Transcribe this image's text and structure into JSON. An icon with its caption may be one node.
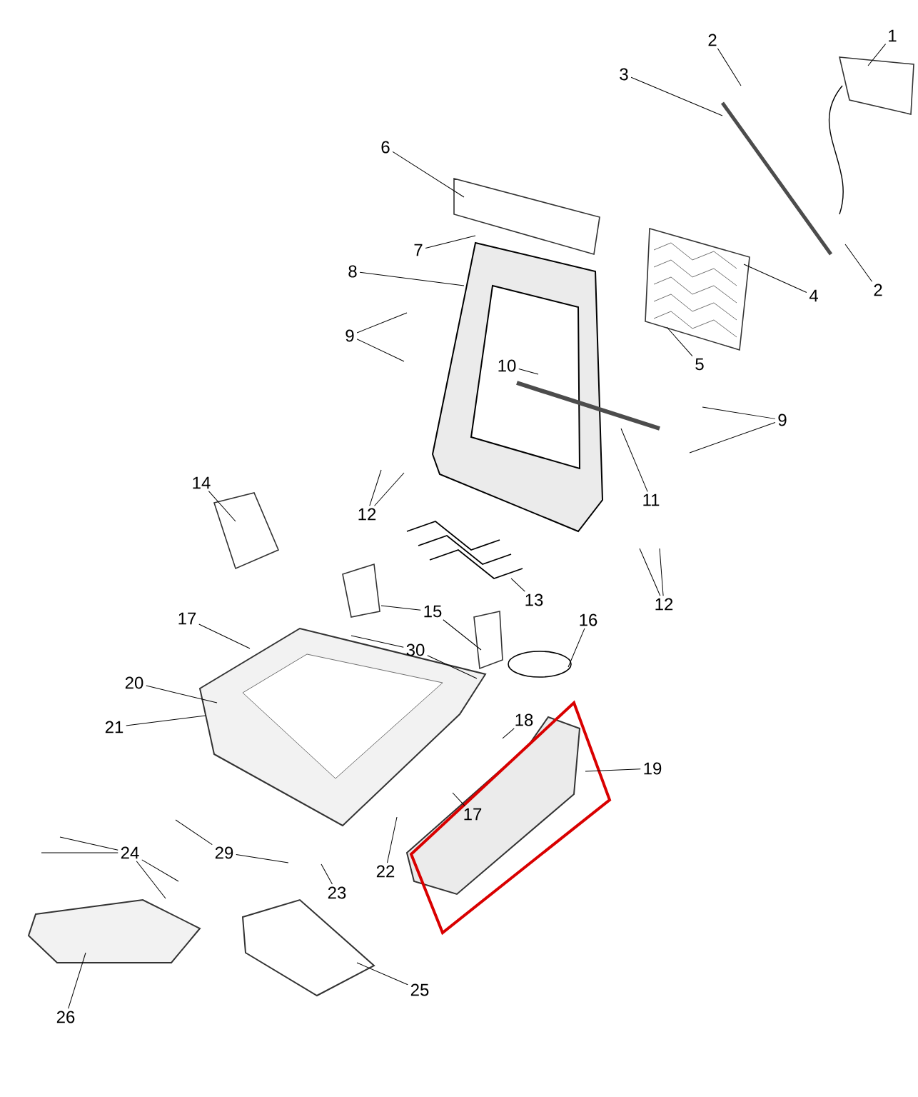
{
  "diagram": {
    "nodes": [
      {
        "text": [
          "1"
        ]
      },
      {
        "text": [
          "2"
        ]
      },
      {
        "text": [
          "3"
        ]
      },
      {
        "text": [
          "6"
        ]
      },
      {
        "text": [
          "7"
        ]
      },
      {
        "text": [
          "8"
        ]
      },
      {
        "text": [
          "2"
        ]
      },
      {
        "text": [
          "4"
        ]
      },
      {
        "text": [
          "9"
        ]
      },
      {
        "text": [
          "10"
        ]
      },
      {
        "text": [
          "5"
        ]
      },
      {
        "text": [
          "9"
        ]
      },
      {
        "text": [
          "14"
        ]
      },
      {
        "text": [
          "11"
        ]
      },
      {
        "text": [
          "12"
        ]
      },
      {
        "text": [
          "13"
        ]
      },
      {
        "text": [
          "12"
        ]
      },
      {
        "text": [
          "15"
        ]
      },
      {
        "text": [
          "17"
        ]
      },
      {
        "text": [
          "16"
        ]
      },
      {
        "text": [
          "30"
        ]
      },
      {
        "text": [
          "20"
        ]
      },
      {
        "text": [
          "18"
        ]
      },
      {
        "text": [
          "21"
        ]
      },
      {
        "text": [
          "19"
        ]
      },
      {
        "text": [
          "17"
        ]
      },
      {
        "text": [
          "24"
        ]
      },
      {
        "text": [
          "29"
        ]
      },
      {
        "text": [
          "22"
        ]
      },
      {
        "text": [
          "23"
        ]
      },
      {
        "text": [
          "25"
        ]
      },
      {
        "text": [
          "26"
        ]
      }
    ],
    "edges": [
      {
        "from": 0,
        "to": null,
        "arrow": "none"
      },
      {
        "from": 1,
        "to": null,
        "arrow": "none"
      },
      {
        "from": 2,
        "to": null,
        "arrow": "none"
      },
      {
        "from": 3,
        "to": null,
        "arrow": "none"
      },
      {
        "from": 4,
        "to": null,
        "arrow": "none"
      },
      {
        "from": 5,
        "to": null,
        "arrow": "none"
      },
      {
        "from": 6,
        "to": null,
        "arrow": "none"
      },
      {
        "from": 7,
        "to": null,
        "arrow": "none"
      },
      {
        "from": 8,
        "to": null,
        "arrow": "none"
      },
      {
        "from": 8,
        "to": null,
        "arrow": "none"
      },
      {
        "from": 9,
        "to": null,
        "arrow": "none"
      },
      {
        "from": 10,
        "to": null,
        "arrow": "none"
      },
      {
        "from": 11,
        "to": null,
        "arrow": "none"
      },
      {
        "from": 11,
        "to": null,
        "arrow": "none"
      },
      {
        "from": 12,
        "to": null,
        "arrow": "none"
      },
      {
        "from": 13,
        "to": null,
        "arrow": "none"
      },
      {
        "from": 14,
        "to": null,
        "arrow": "none"
      },
      {
        "from": 14,
        "to": null,
        "arrow": "none"
      },
      {
        "from": 15,
        "to": null,
        "arrow": "none"
      },
      {
        "from": 16,
        "to": null,
        "arrow": "none"
      },
      {
        "from": 16,
        "to": null,
        "arrow": "none"
      },
      {
        "from": 17,
        "to": null,
        "arrow": "none"
      },
      {
        "from": 17,
        "to": null,
        "arrow": "none"
      },
      {
        "from": 18,
        "to": null,
        "arrow": "none"
      },
      {
        "from": 19,
        "to": null,
        "arrow": "none"
      },
      {
        "from": 20,
        "to": null,
        "arrow": "none"
      },
      {
        "from": 20,
        "to": null,
        "arrow": "none"
      },
      {
        "from": 21,
        "to": null,
        "arrow": "none"
      },
      {
        "from": 22,
        "to": null,
        "arrow": "none"
      },
      {
        "from": 23,
        "to": null,
        "arrow": "none"
      },
      {
        "from": 24,
        "to": null,
        "arrow": "none"
      },
      {
        "from": 25,
        "to": null,
        "arrow": "none"
      },
      {
        "from": 26,
        "to": null,
        "arrow": "none"
      },
      {
        "from": 26,
        "to": null,
        "arrow": "none"
      },
      {
        "from": 26,
        "to": null,
        "arrow": "none"
      },
      {
        "from": 26,
        "to": null,
        "arrow": "none"
      },
      {
        "from": 27,
        "to": null,
        "arrow": "none"
      },
      {
        "from": 27,
        "to": null,
        "arrow": "none"
      },
      {
        "from": 28,
        "to": null,
        "arrow": "none"
      },
      {
        "from": 29,
        "to": null,
        "arrow": "none"
      },
      {
        "from": 30,
        "to": null,
        "arrow": "none"
      },
      {
        "from": 31,
        "to": null,
        "arrow": "none"
      }
    ]
  }
}
